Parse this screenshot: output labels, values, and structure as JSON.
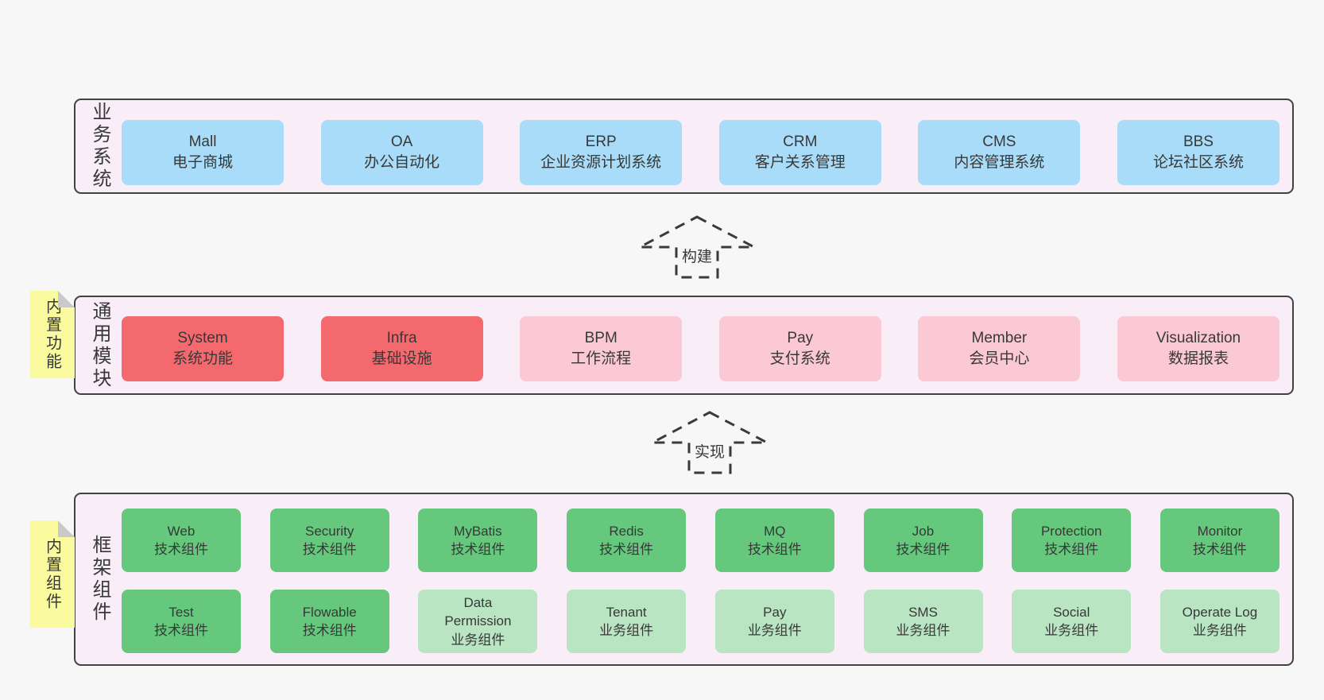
{
  "colors": {
    "page_bg": "#f7f7f7",
    "band_bg": "#f9eef8",
    "band_border": "#424242",
    "blue": "#a9dcf8",
    "red": "#f4696e",
    "pink": "#fbc9d3",
    "green": "#65c87c",
    "lightgreen": "#b9e5c3",
    "yellow": "#fafa9f",
    "fold": "#c9c9c9",
    "text": "#383838",
    "dash": "#3a3a3a"
  },
  "bands": [
    {
      "label": "业务系统",
      "boxes": [
        {
          "name": "Mall",
          "desc": "电子商城",
          "color": "blue"
        },
        {
          "name": "OA",
          "desc": "办公自动化",
          "color": "blue"
        },
        {
          "name": "ERP",
          "desc": "企业资源计划系统",
          "color": "blue"
        },
        {
          "name": "CRM",
          "desc": "客户关系管理",
          "color": "blue"
        },
        {
          "name": "CMS",
          "desc": "内容管理系统",
          "color": "blue"
        },
        {
          "name": "BBS",
          "desc": "论坛社区系统",
          "color": "blue"
        }
      ]
    },
    {
      "label": "通用模块",
      "sticky": "内置功能",
      "boxes": [
        {
          "name": "System",
          "desc": "系统功能",
          "color": "red"
        },
        {
          "name": "Infra",
          "desc": "基础设施",
          "color": "red"
        },
        {
          "name": "BPM",
          "desc": "工作流程",
          "color": "pink"
        },
        {
          "name": "Pay",
          "desc": "支付系统",
          "color": "pink"
        },
        {
          "name": "Member",
          "desc": "会员中心",
          "color": "pink"
        },
        {
          "name": "Visualization",
          "desc": "数据报表",
          "color": "pink"
        }
      ]
    },
    {
      "label": "框架组件",
      "sticky": "内置组件",
      "rows": [
        [
          {
            "name": "Web",
            "desc": "技术组件",
            "color": "green"
          },
          {
            "name": "Security",
            "desc": "技术组件",
            "color": "green"
          },
          {
            "name": "MyBatis",
            "desc": "技术组件",
            "color": "green"
          },
          {
            "name": "Redis",
            "desc": "技术组件",
            "color": "green"
          },
          {
            "name": "MQ",
            "desc": "技术组件",
            "color": "green"
          },
          {
            "name": "Job",
            "desc": "技术组件",
            "color": "green"
          },
          {
            "name": "Protection",
            "desc": "技术组件",
            "color": "green"
          },
          {
            "name": "Monitor",
            "desc": "技术组件",
            "color": "green"
          }
        ],
        [
          {
            "name": "Test",
            "desc": "技术组件",
            "color": "green"
          },
          {
            "name": "Flowable",
            "desc": "技术组件",
            "color": "green"
          },
          {
            "name": "Data Permission",
            "desc": "业务组件",
            "color": "lightgreen"
          },
          {
            "name": "Tenant",
            "desc": "业务组件",
            "color": "lightgreen"
          },
          {
            "name": "Pay",
            "desc": "业务组件",
            "color": "lightgreen"
          },
          {
            "name": "SMS",
            "desc": "业务组件",
            "color": "lightgreen"
          },
          {
            "name": "Social",
            "desc": "业务组件",
            "color": "lightgreen"
          },
          {
            "name": "Operate Log",
            "desc": "业务组件",
            "color": "lightgreen"
          }
        ]
      ]
    }
  ],
  "arrows": [
    {
      "label": "构建"
    },
    {
      "label": "实现"
    }
  ]
}
